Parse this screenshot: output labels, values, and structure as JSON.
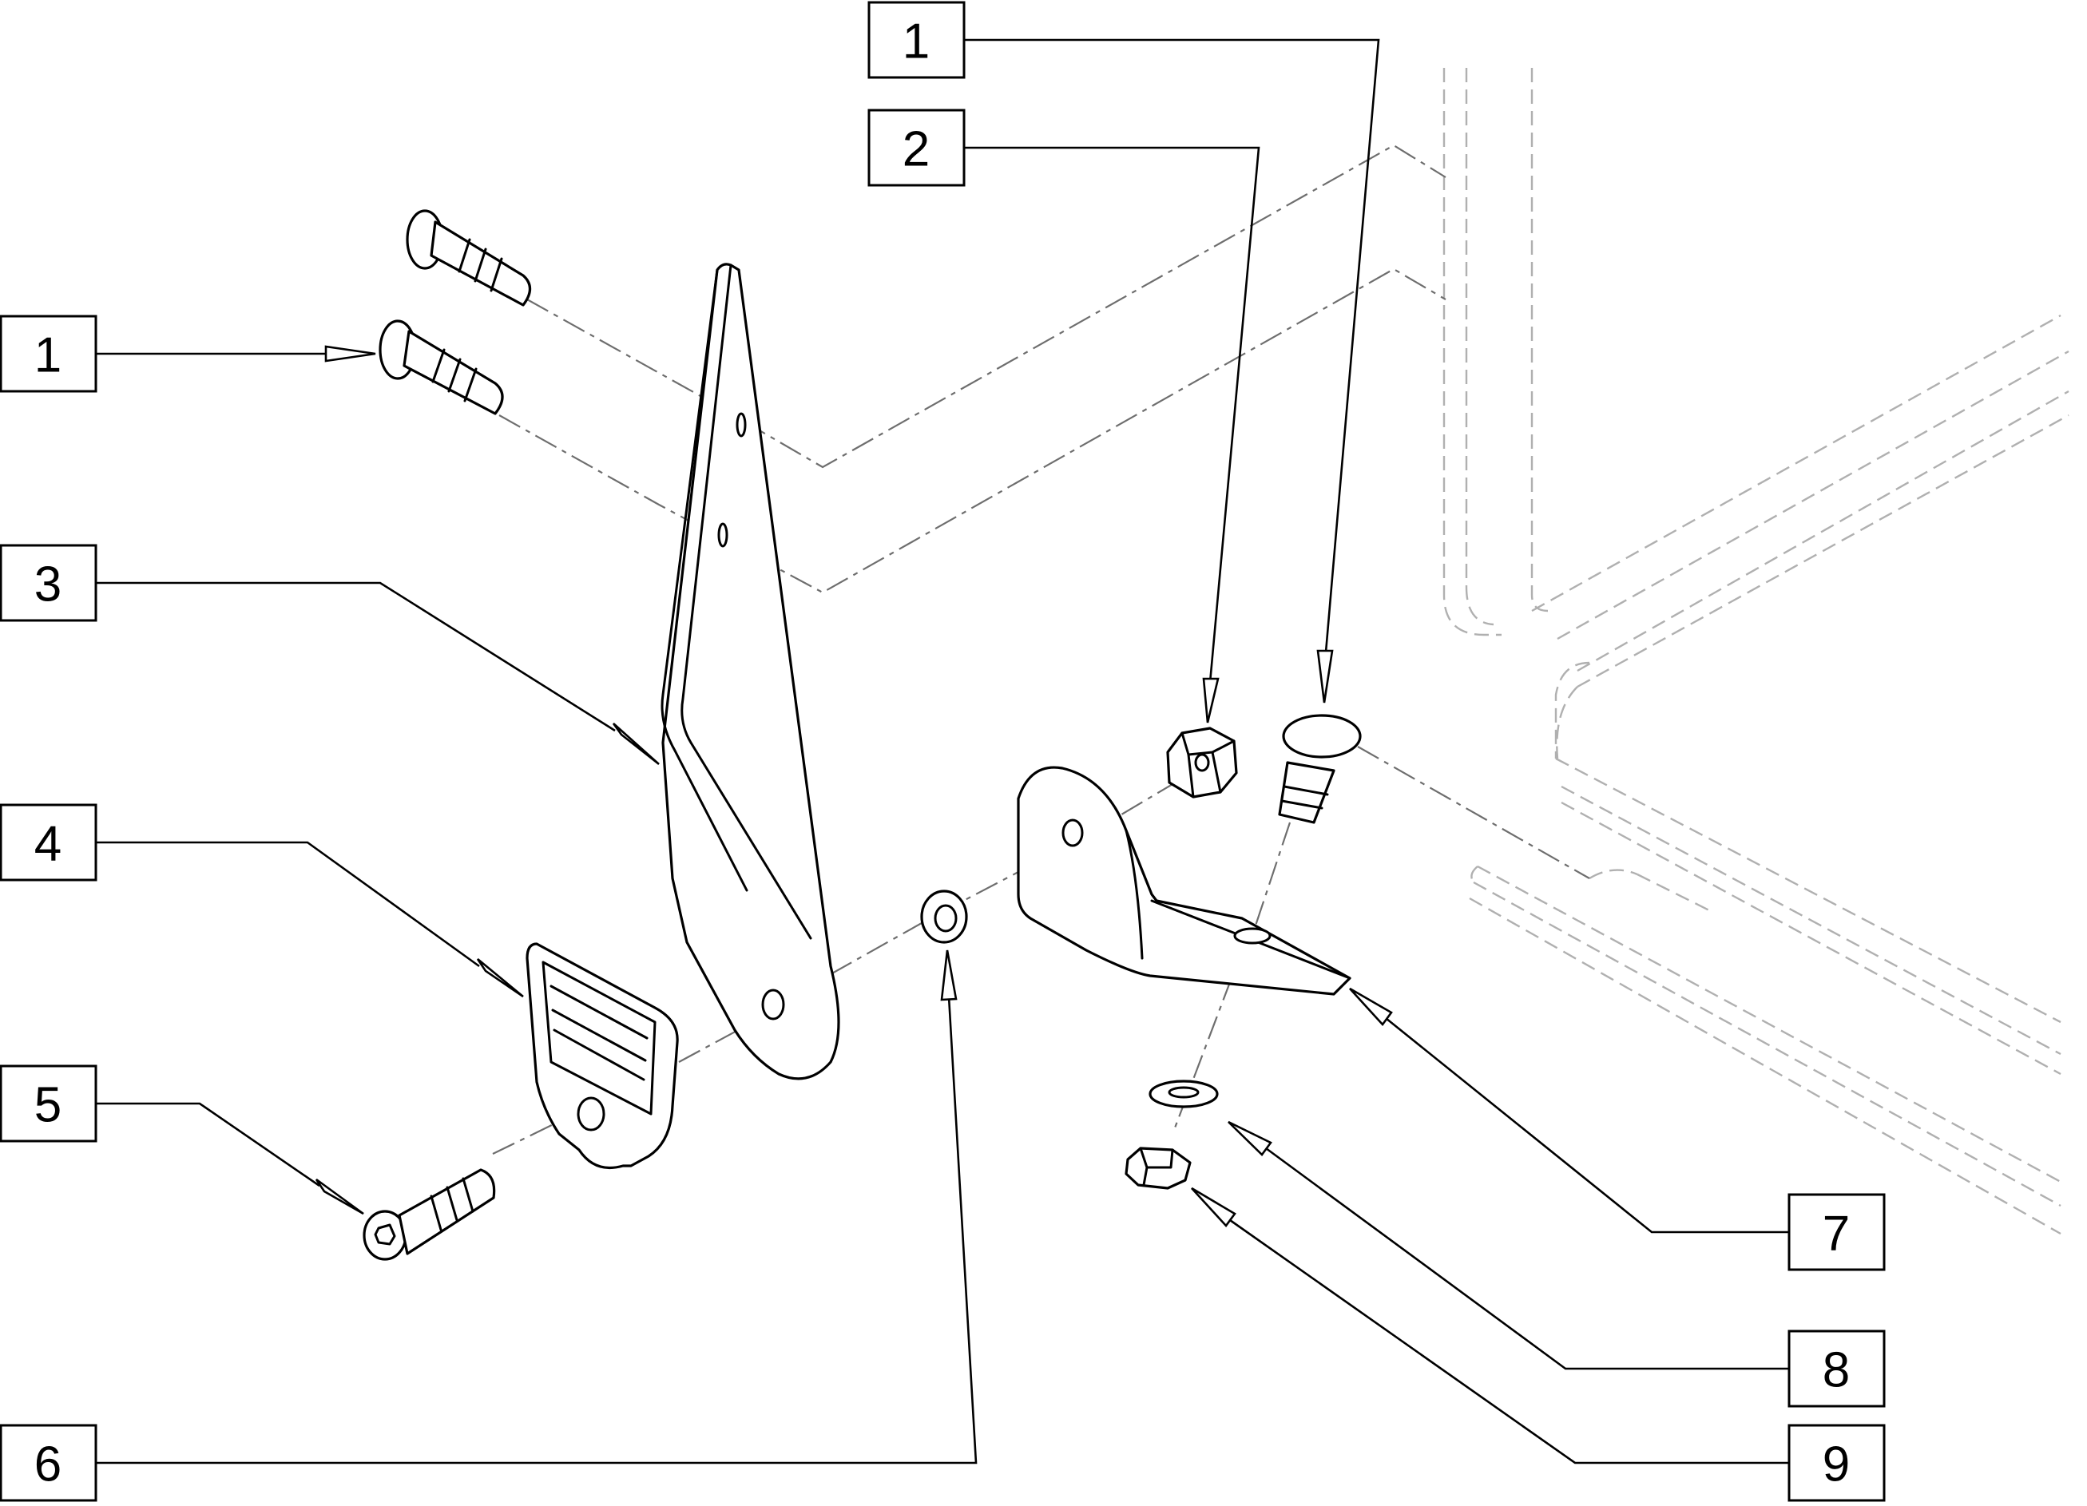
{
  "diagram": {
    "callouts": [
      {
        "id": "c1-top",
        "label": "1"
      },
      {
        "id": "c2",
        "label": "2"
      },
      {
        "id": "c1-left",
        "label": "1"
      },
      {
        "id": "c3",
        "label": "3"
      },
      {
        "id": "c4",
        "label": "4"
      },
      {
        "id": "c5",
        "label": "5"
      },
      {
        "id": "c6",
        "label": "6"
      },
      {
        "id": "c7",
        "label": "7"
      },
      {
        "id": "c8",
        "label": "8"
      },
      {
        "id": "c9",
        "label": "9"
      }
    ],
    "colors": {
      "line": "#000000",
      "centerline": "#6e6e6e",
      "ghost_frame": "#b0b0b0",
      "background": "#ffffff"
    }
  }
}
